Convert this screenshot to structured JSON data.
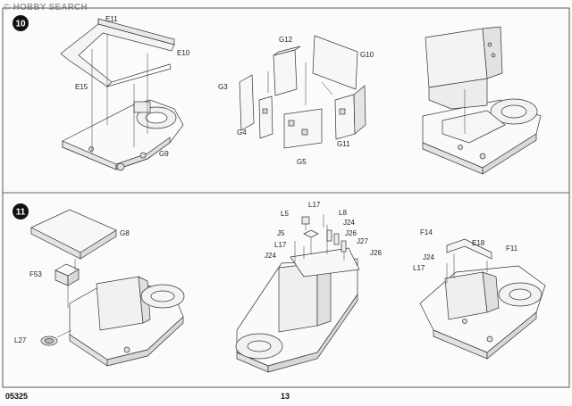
{
  "watermark": {
    "logo_text": "HOBBY SEARCH",
    "mark": "©"
  },
  "steps": [
    {
      "number": "10",
      "labels": {
        "e11": "E11",
        "e10": "E10",
        "e15": "E15",
        "g9": "G9",
        "g12": "G12",
        "g10": "G10",
        "g3": "G3",
        "g4": "G4",
        "g5": "G5",
        "g11": "G11"
      }
    },
    {
      "number": "11",
      "labels": {
        "g8": "G8",
        "f53": "F53",
        "l27": "L27",
        "l17a": "L17",
        "l5": "L5",
        "l8": "L8",
        "j24a": "J24",
        "j5": "J5",
        "j26a": "J26",
        "l17b": "L17",
        "j27": "J27",
        "j24b": "J24",
        "j26b": "J26",
        "f14": "F14",
        "e18": "E18",
        "f11": "F11",
        "j24c": "J24",
        "l17c": "L17"
      }
    }
  ],
  "footer": {
    "code": "05325",
    "page_number": "13"
  }
}
